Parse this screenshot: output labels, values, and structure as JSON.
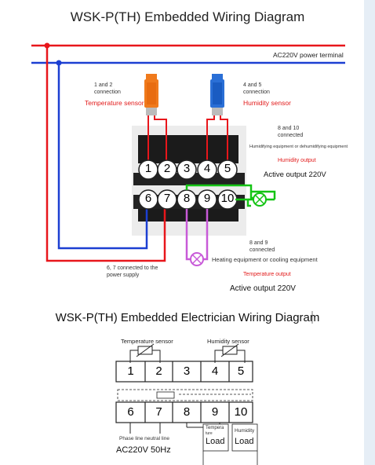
{
  "top_diagram": {
    "title": "WSK-P(TH) Embedded Wiring Diagram",
    "power_terminal_label": "AC220V power terminal",
    "temp_sensor_conn": [
      "1 and 2",
      "connection"
    ],
    "temp_sensor_label": "Temperature sensor",
    "humidity_sensor_conn": [
      "4 and 5",
      "connection"
    ],
    "humidity_sensor_label": "Humidity sensor",
    "conn_8_10": [
      "8 and 10",
      "connected"
    ],
    "humid_equipment": "Humidifying equipment or dehumidifying equipment",
    "humidity_output": "Humidity output",
    "active_output_right": "Active output 220V",
    "terminals_top": [
      "1",
      "2",
      "3",
      "4",
      "5"
    ],
    "terminals_bottom": [
      "6",
      "7",
      "8",
      "9",
      "10"
    ],
    "conn_8_9": [
      "8 and 9",
      "connected"
    ],
    "heating_equipment": "Heating equipment or cooling equipment",
    "temperature_output": "Temperature output",
    "power_supply_conn": [
      "6, 7 connected to the",
      "power supply"
    ],
    "active_output_bottom": "Active output 220V",
    "colors": {
      "live": "#e8161b",
      "neutral": "#1c3fd2",
      "green": "#14c414",
      "magenta": "#c85ad8",
      "temp_sensor": "#f07a1c",
      "humidity_sensor": "#2a6fd6"
    }
  },
  "bottom_diagram": {
    "title": "WSK-P(TH) Embedded Electrician Wiring Diagram",
    "temp_sensor_label": "Temperature sensor",
    "humidity_sensor_label": "Humidity sensor",
    "terminals_top": [
      "1",
      "2",
      "3",
      "4",
      "5"
    ],
    "terminals_bottom": [
      "6",
      "7",
      "8",
      "9",
      "10"
    ],
    "phase_neutral": "Phase line neutral line",
    "power": "AC220V 50Hz",
    "load_left_header": [
      "Tempera",
      "ture"
    ],
    "load_left": "Load",
    "load_right_header": "Humidity",
    "load_right": "Load"
  }
}
